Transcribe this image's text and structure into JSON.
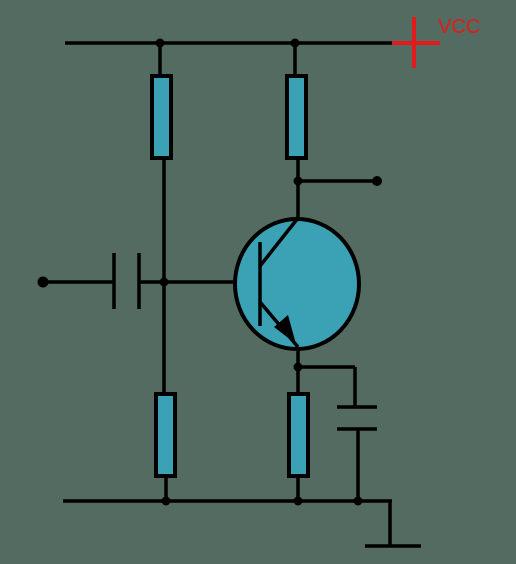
{
  "supply": {
    "label": "VCC",
    "color": "#e21a1a"
  },
  "colors": {
    "background": "#536b60",
    "component_fill": "#3aa2b4",
    "wire": "#000000"
  },
  "components": [
    {
      "type": "resistor",
      "role": "bias-upper"
    },
    {
      "type": "resistor",
      "role": "collector"
    },
    {
      "type": "resistor",
      "role": "bias-lower"
    },
    {
      "type": "resistor",
      "role": "emitter"
    },
    {
      "type": "capacitor",
      "role": "input-coupling"
    },
    {
      "type": "capacitor",
      "role": "emitter-bypass"
    },
    {
      "type": "npn-transistor",
      "role": "amplifier"
    },
    {
      "type": "ground",
      "role": "ground"
    }
  ]
}
